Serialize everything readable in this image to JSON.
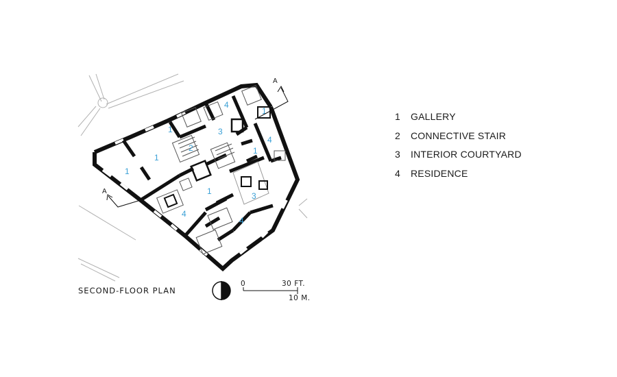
{
  "legend": [
    {
      "num": "1",
      "label": "GALLERY"
    },
    {
      "num": "2",
      "label": "CONNECTIVE STAIR"
    },
    {
      "num": "3",
      "label": "INTERIOR COURTYARD"
    },
    {
      "num": "4",
      "label": "RESIDENCE"
    }
  ],
  "plan_title": "SECOND-FLOOR PLAN",
  "scale": {
    "zero": "0",
    "feet": "30 FT.",
    "meters": "10 M."
  },
  "section_marker": "A",
  "room_labels": [
    "1",
    "1",
    "1",
    "1",
    "1",
    "1",
    "2",
    "3",
    "3",
    "4",
    "4",
    "4",
    "4"
  ],
  "colors": {
    "wall": "#111111",
    "room_label": "#3aa0d6",
    "context_line": "#9a9a9a"
  }
}
